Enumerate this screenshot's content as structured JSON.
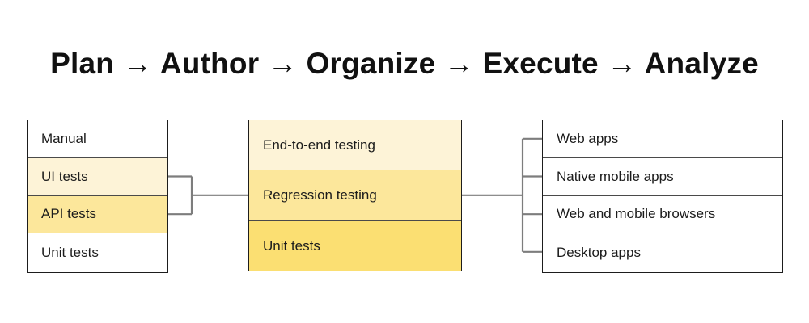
{
  "title": "Plan → Author → Organize → Execute → Analyze",
  "colors": {
    "background": "#ffffff",
    "text": "#1c1c1c",
    "box_border": "#1d1d1d",
    "row_divider": "#4a4a4a",
    "connector": "#7d7d7d",
    "yellow_light": "#fdf3d7",
    "yellow_medium": "#fce79b",
    "yellow_dark": "#fbdf72",
    "white": "#ffffff"
  },
  "columns": {
    "left": {
      "name": "test-types",
      "rows": [
        {
          "label": "Manual",
          "fill": "#ffffff"
        },
        {
          "label": "UI tests",
          "fill": "#fdf3d7"
        },
        {
          "label": "API tests",
          "fill": "#fce79b"
        },
        {
          "label": "Unit tests",
          "fill": "#ffffff"
        }
      ]
    },
    "middle": {
      "name": "test-levels",
      "rows": [
        {
          "label": "End-to-end testing",
          "fill": "#fdf3d7"
        },
        {
          "label": "Regression testing",
          "fill": "#fce79b"
        },
        {
          "label": "Unit tests",
          "fill": "#fbdf72"
        }
      ]
    },
    "right": {
      "name": "application-targets",
      "rows": [
        {
          "label": "Web apps",
          "fill": "#ffffff"
        },
        {
          "label": "Native mobile apps",
          "fill": "#ffffff"
        },
        {
          "label": "Web and mobile browsers",
          "fill": "#ffffff"
        },
        {
          "label": "Desktop apps",
          "fill": "#ffffff"
        }
      ]
    }
  },
  "connectors": {
    "left_bracket": {
      "name": "left-to-middle-connector",
      "branch_rows": [
        "UI tests",
        "API tests"
      ],
      "target_row": "Regression testing"
    },
    "right_bracket": {
      "name": "middle-to-right-connector",
      "source_row": "Regression testing",
      "branch_rows": [
        "Web apps",
        "Native mobile apps",
        "Web and mobile browsers",
        "Desktop apps"
      ]
    }
  }
}
